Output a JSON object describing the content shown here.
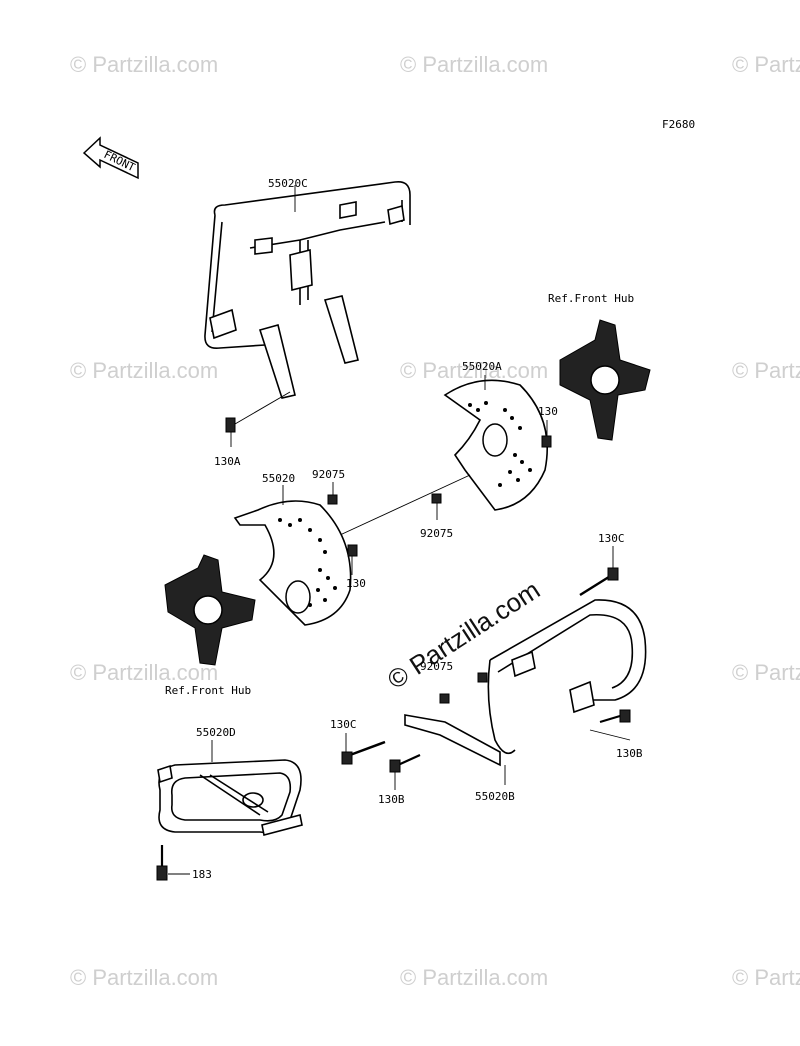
{
  "figure_code": "F2680",
  "front_arrow_label": "FRONT",
  "labels": {
    "guard_top": "55020C",
    "disc_right": "55020A",
    "hub_right": "Ref.Front Hub",
    "bolt_130_right": "130",
    "bolt_130a": "130A",
    "disc_left": "55020",
    "nut_92075_left": "92075",
    "nut_92075_right": "92075",
    "bolt_130_left": "130",
    "bolt_130c_right": "130C",
    "hub_left": "Ref.Front Hub",
    "nut_92075_center": "92075",
    "bolt_130c_left": "130C",
    "guard_d": "55020D",
    "bolt_130b_right": "130B",
    "bolt_130b_left": "130B",
    "guard_b": "55020B",
    "bolt_183": "183"
  },
  "watermark": "© Partzilla.com"
}
